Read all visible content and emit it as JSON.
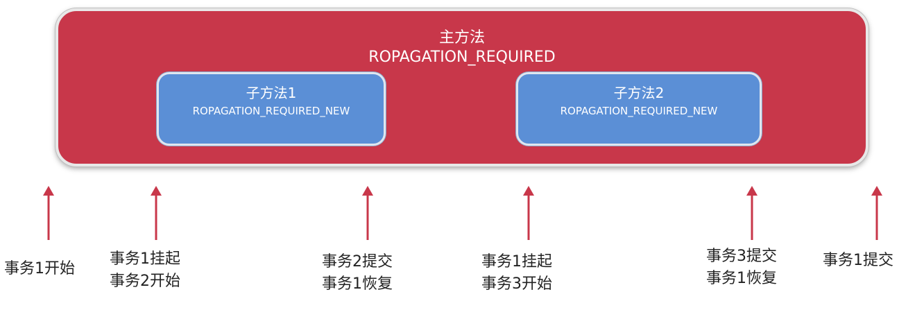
{
  "main_method": {
    "title": "主方法",
    "propagation": "ROPAGATION_REQUIRED"
  },
  "sub_methods": [
    {
      "title": "子方法1",
      "propagation": "ROPAGATION_REQUIRED_NEW"
    },
    {
      "title": "子方法2",
      "propagation": "ROPAGATION_REQUIRED_NEW"
    }
  ],
  "events": [
    {
      "lines": [
        "事务1开始"
      ]
    },
    {
      "lines": [
        "事务1挂起",
        "事务2开始"
      ]
    },
    {
      "lines": [
        "事务2提交",
        "事务1恢复"
      ]
    },
    {
      "lines": [
        "事务1挂起",
        "事务3开始"
      ]
    },
    {
      "lines": [
        "事务3提交",
        "事务1恢复"
      ]
    },
    {
      "lines": [
        "事务1提交"
      ]
    }
  ],
  "colors": {
    "main_fill": "#c8374a",
    "sub_fill": "#5b8fd6",
    "arrow": "#c8374a",
    "text": "#222222"
  }
}
